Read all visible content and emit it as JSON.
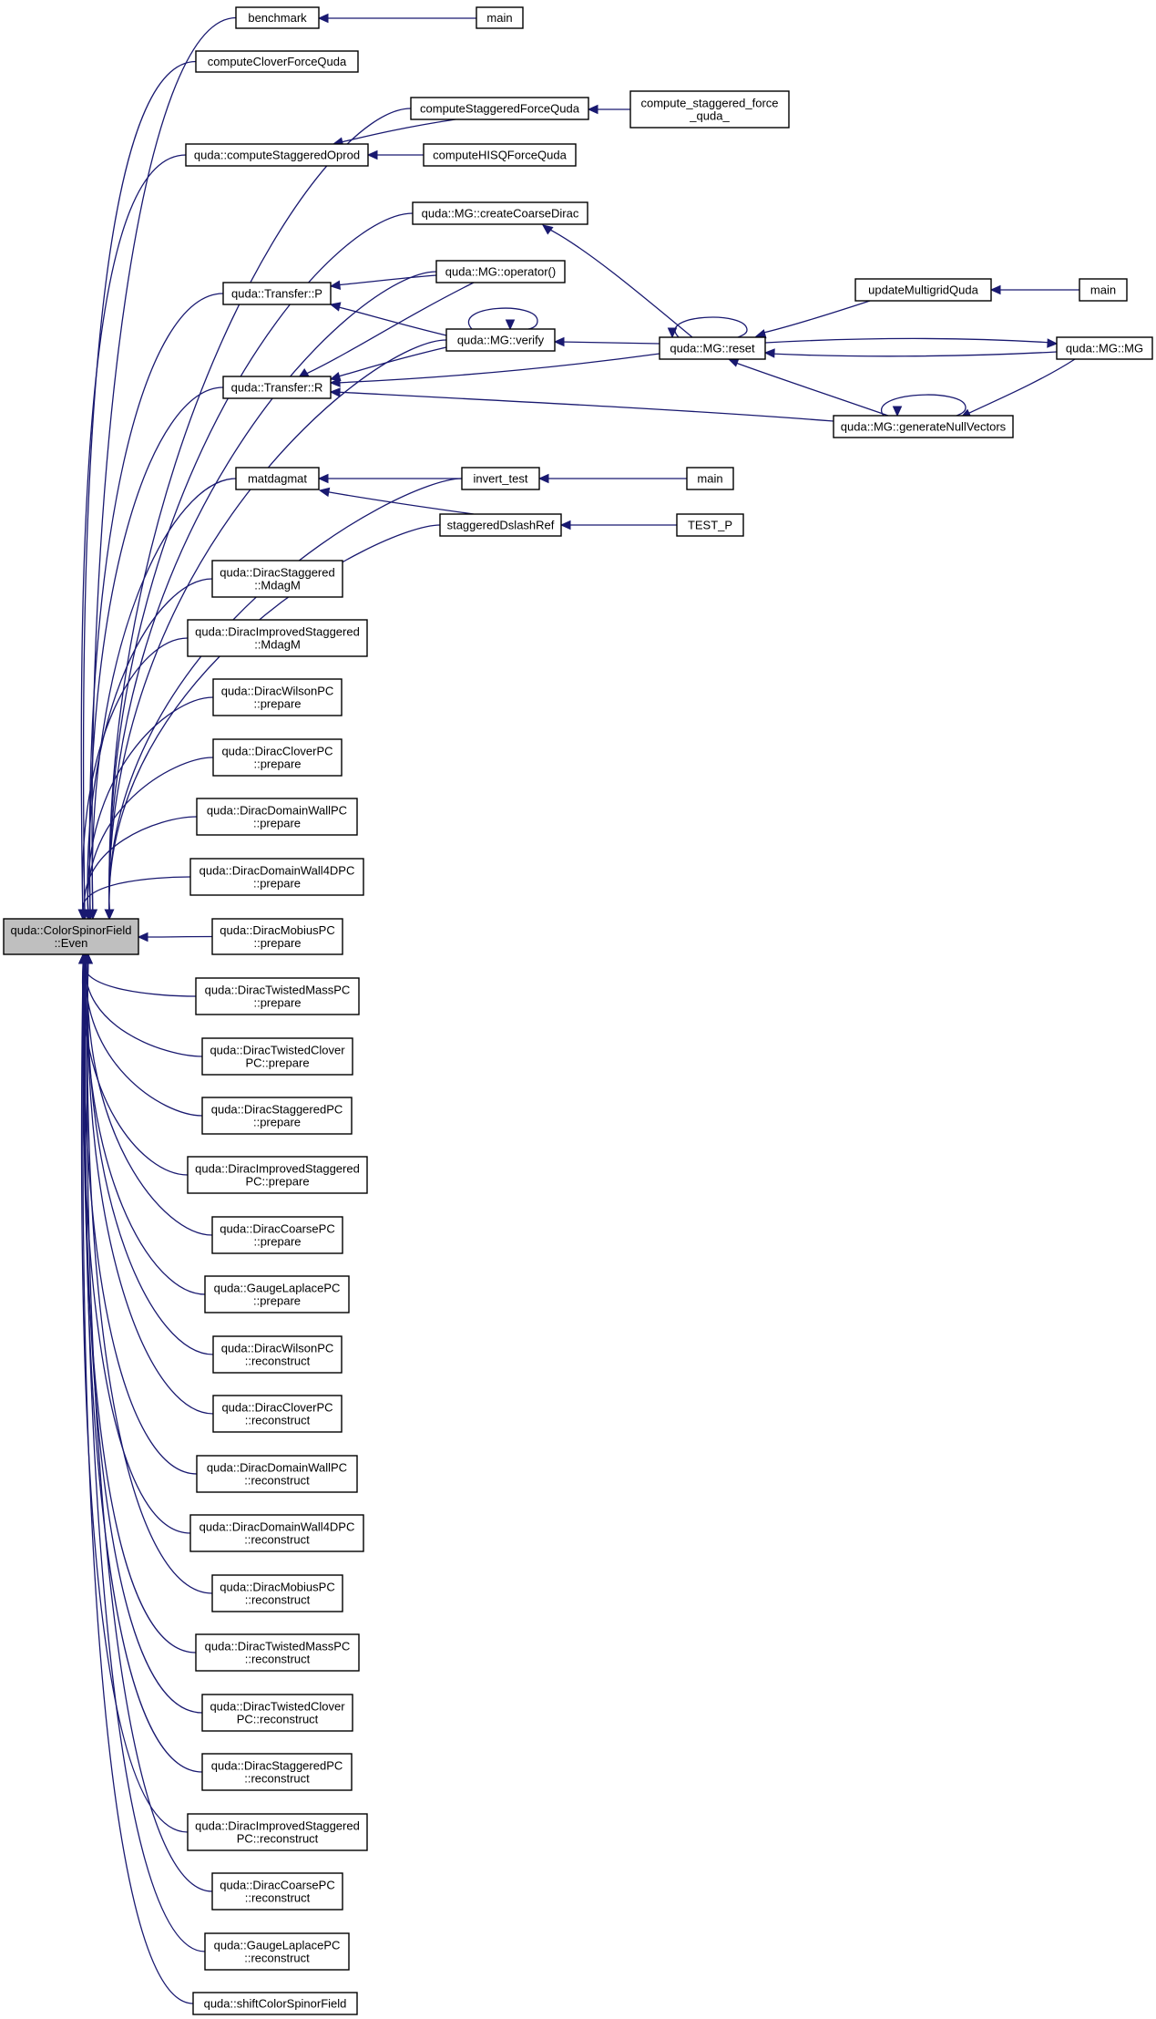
{
  "colors": {
    "edge": "#191970",
    "node_border": "#000000",
    "node_fill": "#ffffff",
    "root_fill": "#bfbfbf"
  },
  "nodes": [
    {
      "id": "root",
      "lines": [
        "quda::ColorSpinorField",
        "::Even"
      ],
      "root": true
    },
    {
      "id": "benchmark",
      "lines": [
        "benchmark"
      ]
    },
    {
      "id": "main1",
      "lines": [
        "main"
      ]
    },
    {
      "id": "computeCloverForceQuda",
      "lines": [
        "computeCloverForceQuda"
      ]
    },
    {
      "id": "computeStaggeredForceQuda",
      "lines": [
        "computeStaggeredForceQuda"
      ]
    },
    {
      "id": "compute_staggered_force_quda_",
      "lines": [
        "compute_staggered_force",
        "_quda_"
      ]
    },
    {
      "id": "computeStaggeredOprod",
      "lines": [
        "quda::computeStaggeredOprod"
      ]
    },
    {
      "id": "computeHISQForceQuda",
      "lines": [
        "computeHISQForceQuda"
      ]
    },
    {
      "id": "createCoarseDirac",
      "lines": [
        "quda::MG::createCoarseDirac"
      ]
    },
    {
      "id": "transferP",
      "lines": [
        "quda::Transfer::P"
      ]
    },
    {
      "id": "mgOperator",
      "lines": [
        "quda::MG::operator()"
      ]
    },
    {
      "id": "updateMultigridQuda",
      "lines": [
        "updateMultigridQuda"
      ]
    },
    {
      "id": "main2",
      "lines": [
        "main"
      ]
    },
    {
      "id": "mgVerify",
      "lines": [
        "quda::MG::verify"
      ]
    },
    {
      "id": "mgReset",
      "lines": [
        "quda::MG::reset"
      ]
    },
    {
      "id": "mgMG",
      "lines": [
        "quda::MG::MG"
      ]
    },
    {
      "id": "transferR",
      "lines": [
        "quda::Transfer::R"
      ]
    },
    {
      "id": "generateNullVectors",
      "lines": [
        "quda::MG::generateNullVectors"
      ]
    },
    {
      "id": "matdagmat",
      "lines": [
        "matdagmat"
      ]
    },
    {
      "id": "invert_test",
      "lines": [
        "invert_test"
      ]
    },
    {
      "id": "main3",
      "lines": [
        "main"
      ]
    },
    {
      "id": "staggeredDslashRef",
      "lines": [
        "staggeredDslashRef"
      ]
    },
    {
      "id": "TEST_P",
      "lines": [
        "TEST_P"
      ]
    },
    {
      "id": "n1",
      "lines": [
        "quda::DiracStaggered",
        "::MdagM"
      ]
    },
    {
      "id": "n2",
      "lines": [
        "quda::DiracImprovedStaggered",
        "::MdagM"
      ]
    },
    {
      "id": "n3",
      "lines": [
        "quda::DiracWilsonPC",
        "::prepare"
      ]
    },
    {
      "id": "n4",
      "lines": [
        "quda::DiracCloverPC",
        "::prepare"
      ]
    },
    {
      "id": "n5",
      "lines": [
        "quda::DiracDomainWallPC",
        "::prepare"
      ]
    },
    {
      "id": "n6",
      "lines": [
        "quda::DiracDomainWall4DPC",
        "::prepare"
      ]
    },
    {
      "id": "n7",
      "lines": [
        "quda::DiracMobiusPC",
        "::prepare"
      ]
    },
    {
      "id": "n8",
      "lines": [
        "quda::DiracTwistedMassPC",
        "::prepare"
      ]
    },
    {
      "id": "n9",
      "lines": [
        "quda::DiracTwistedClover",
        "PC::prepare"
      ]
    },
    {
      "id": "n10",
      "lines": [
        "quda::DiracStaggeredPC",
        "::prepare"
      ]
    },
    {
      "id": "n11",
      "lines": [
        "quda::DiracImprovedStaggered",
        "PC::prepare"
      ]
    },
    {
      "id": "n12",
      "lines": [
        "quda::DiracCoarsePC",
        "::prepare"
      ]
    },
    {
      "id": "n13",
      "lines": [
        "quda::GaugeLaplacePC",
        "::prepare"
      ]
    },
    {
      "id": "n14",
      "lines": [
        "quda::DiracWilsonPC",
        "::reconstruct"
      ]
    },
    {
      "id": "n15",
      "lines": [
        "quda::DiracCloverPC",
        "::reconstruct"
      ]
    },
    {
      "id": "n16",
      "lines": [
        "quda::DiracDomainWallPC",
        "::reconstruct"
      ]
    },
    {
      "id": "n17",
      "lines": [
        "quda::DiracDomainWall4DPC",
        "::reconstruct"
      ]
    },
    {
      "id": "n18",
      "lines": [
        "quda::DiracMobiusPC",
        "::reconstruct"
      ]
    },
    {
      "id": "n19",
      "lines": [
        "quda::DiracTwistedMassPC",
        "::reconstruct"
      ]
    },
    {
      "id": "n20",
      "lines": [
        "quda::DiracTwistedClover",
        "PC::reconstruct"
      ]
    },
    {
      "id": "n21",
      "lines": [
        "quda::DiracStaggeredPC",
        "::reconstruct"
      ]
    },
    {
      "id": "n22",
      "lines": [
        "quda::DiracImprovedStaggered",
        "PC::reconstruct"
      ]
    },
    {
      "id": "n23",
      "lines": [
        "quda::DiracCoarsePC",
        "::reconstruct"
      ]
    },
    {
      "id": "n24",
      "lines": [
        "quda::GaugeLaplacePC",
        "::reconstruct"
      ]
    },
    {
      "id": "n25",
      "lines": [
        "quda::shiftColorSpinorField"
      ]
    }
  ],
  "edges": [
    {
      "from": "benchmark",
      "to": "root"
    },
    {
      "from": "main1",
      "to": "benchmark"
    },
    {
      "from": "computeCloverForceQuda",
      "to": "root"
    },
    {
      "from": "computeStaggeredForceQuda",
      "to": "root"
    },
    {
      "from": "compute_staggered_force_quda_",
      "to": "computeStaggeredForceQuda"
    },
    {
      "from": "computeStaggeredOprod",
      "to": "root"
    },
    {
      "from": "computeStaggeredForceQuda",
      "to": "computeStaggeredOprod"
    },
    {
      "from": "computeHISQForceQuda",
      "to": "computeStaggeredOprod"
    },
    {
      "from": "createCoarseDirac",
      "to": "root"
    },
    {
      "from": "mgReset",
      "to": "createCoarseDirac"
    },
    {
      "from": "transferP",
      "to": "root"
    },
    {
      "from": "mgOperator",
      "to": "transferP"
    },
    {
      "from": "mgVerify",
      "to": "transferP"
    },
    {
      "from": "mgOperator",
      "to": "root"
    },
    {
      "from": "mgVerify",
      "to": "root"
    },
    {
      "from": "mgVerify",
      "to": "mgVerify"
    },
    {
      "from": "mgReset",
      "to": "mgVerify"
    },
    {
      "from": "mgReset",
      "to": "mgReset"
    },
    {
      "from": "updateMultigridQuda",
      "to": "mgReset"
    },
    {
      "from": "main2",
      "to": "updateMultigridQuda"
    },
    {
      "from": "mgMG",
      "to": "mgReset"
    },
    {
      "from": "generateNullVectors",
      "to": "mgReset"
    },
    {
      "from": "mgReset",
      "to": "mgMG"
    },
    {
      "from": "generateNullVectors",
      "to": "generateNullVectors"
    },
    {
      "from": "mgMG",
      "to": "generateNullVectors"
    },
    {
      "from": "transferR",
      "to": "root"
    },
    {
      "from": "mgOperator",
      "to": "transferR"
    },
    {
      "from": "mgVerify",
      "to": "transferR"
    },
    {
      "from": "mgReset",
      "to": "transferR"
    },
    {
      "from": "generateNullVectors",
      "to": "transferR"
    },
    {
      "from": "matdagmat",
      "to": "root"
    },
    {
      "from": "invert_test",
      "to": "matdagmat"
    },
    {
      "from": "staggeredDslashRef",
      "to": "matdagmat"
    },
    {
      "from": "invert_test",
      "to": "root"
    },
    {
      "from": "main3",
      "to": "invert_test"
    },
    {
      "from": "staggeredDslashRef",
      "to": "root"
    },
    {
      "from": "TEST_P",
      "to": "staggeredDslashRef"
    },
    {
      "from": "n1",
      "to": "root"
    },
    {
      "from": "n2",
      "to": "root"
    },
    {
      "from": "n3",
      "to": "root"
    },
    {
      "from": "n4",
      "to": "root"
    },
    {
      "from": "n5",
      "to": "root"
    },
    {
      "from": "n6",
      "to": "root"
    },
    {
      "from": "n7",
      "to": "root"
    },
    {
      "from": "n8",
      "to": "root"
    },
    {
      "from": "n9",
      "to": "root"
    },
    {
      "from": "n10",
      "to": "root"
    },
    {
      "from": "n11",
      "to": "root"
    },
    {
      "from": "n12",
      "to": "root"
    },
    {
      "from": "n13",
      "to": "root"
    },
    {
      "from": "n14",
      "to": "root"
    },
    {
      "from": "n15",
      "to": "root"
    },
    {
      "from": "n16",
      "to": "root"
    },
    {
      "from": "n17",
      "to": "root"
    },
    {
      "from": "n18",
      "to": "root"
    },
    {
      "from": "n19",
      "to": "root"
    },
    {
      "from": "n20",
      "to": "root"
    },
    {
      "from": "n21",
      "to": "root"
    },
    {
      "from": "n22",
      "to": "root"
    },
    {
      "from": "n23",
      "to": "root"
    },
    {
      "from": "n24",
      "to": "root"
    },
    {
      "from": "n25",
      "to": "root"
    }
  ]
}
